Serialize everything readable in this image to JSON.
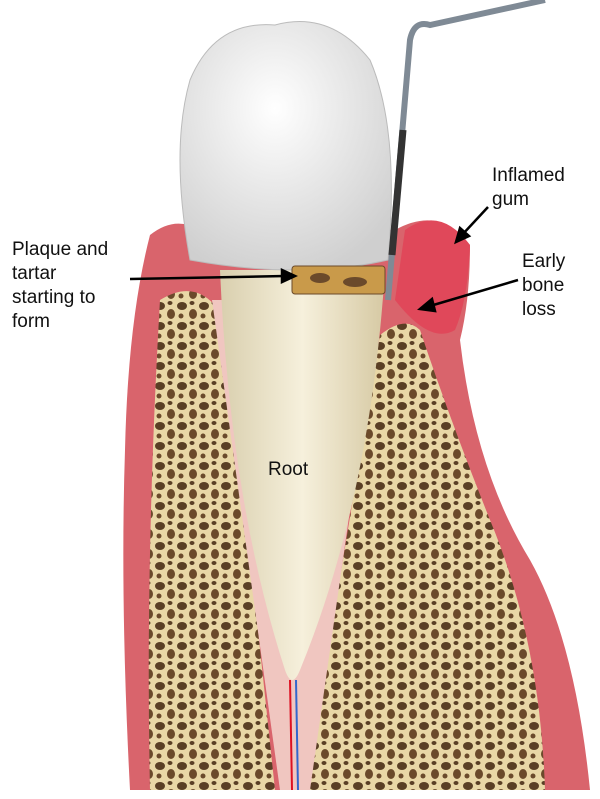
{
  "diagram": {
    "labels": {
      "plaque": "Plaque and\ntartar\nstarting to\nform",
      "inflamed_gum": "Inflamed\ngum",
      "bone_loss": "Early\nbone\nloss",
      "root": "Root"
    },
    "colors": {
      "gum": "#d9646c",
      "gum_inflamed": "#e0485a",
      "bone": "#e9d7a6",
      "bone_holes": "#5a3f25",
      "root": "#f1e8cf",
      "crown": "#f4f4f2",
      "tartar": "#c99a4a",
      "probe": "#7f8a95"
    }
  }
}
